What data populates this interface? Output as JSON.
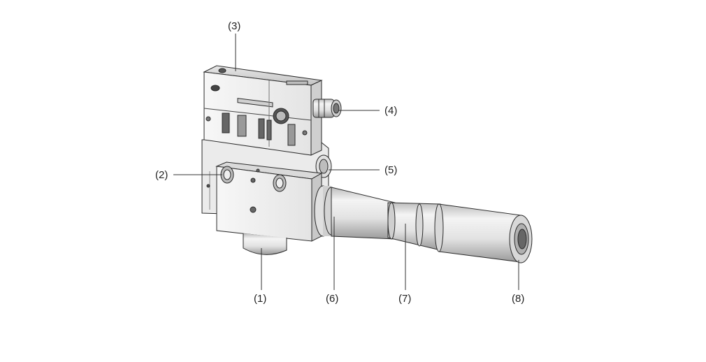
{
  "diagram": {
    "callouts": [
      {
        "id": "1",
        "text": "(1)"
      },
      {
        "id": "2",
        "text": "(2)"
      },
      {
        "id": "3",
        "text": "(3)"
      },
      {
        "id": "4",
        "text": "(4)"
      },
      {
        "id": "5",
        "text": "(5)"
      },
      {
        "id": "6",
        "text": "(6)"
      },
      {
        "id": "7",
        "text": "(7)"
      },
      {
        "id": "8",
        "text": "(8)"
      }
    ]
  },
  "colors": {
    "outline": "#2a2a2a",
    "face_light": "#f2f2f2",
    "face_mid": "#dcdcdc",
    "face_dark": "#a8a8a8",
    "leader": "#333333"
  }
}
